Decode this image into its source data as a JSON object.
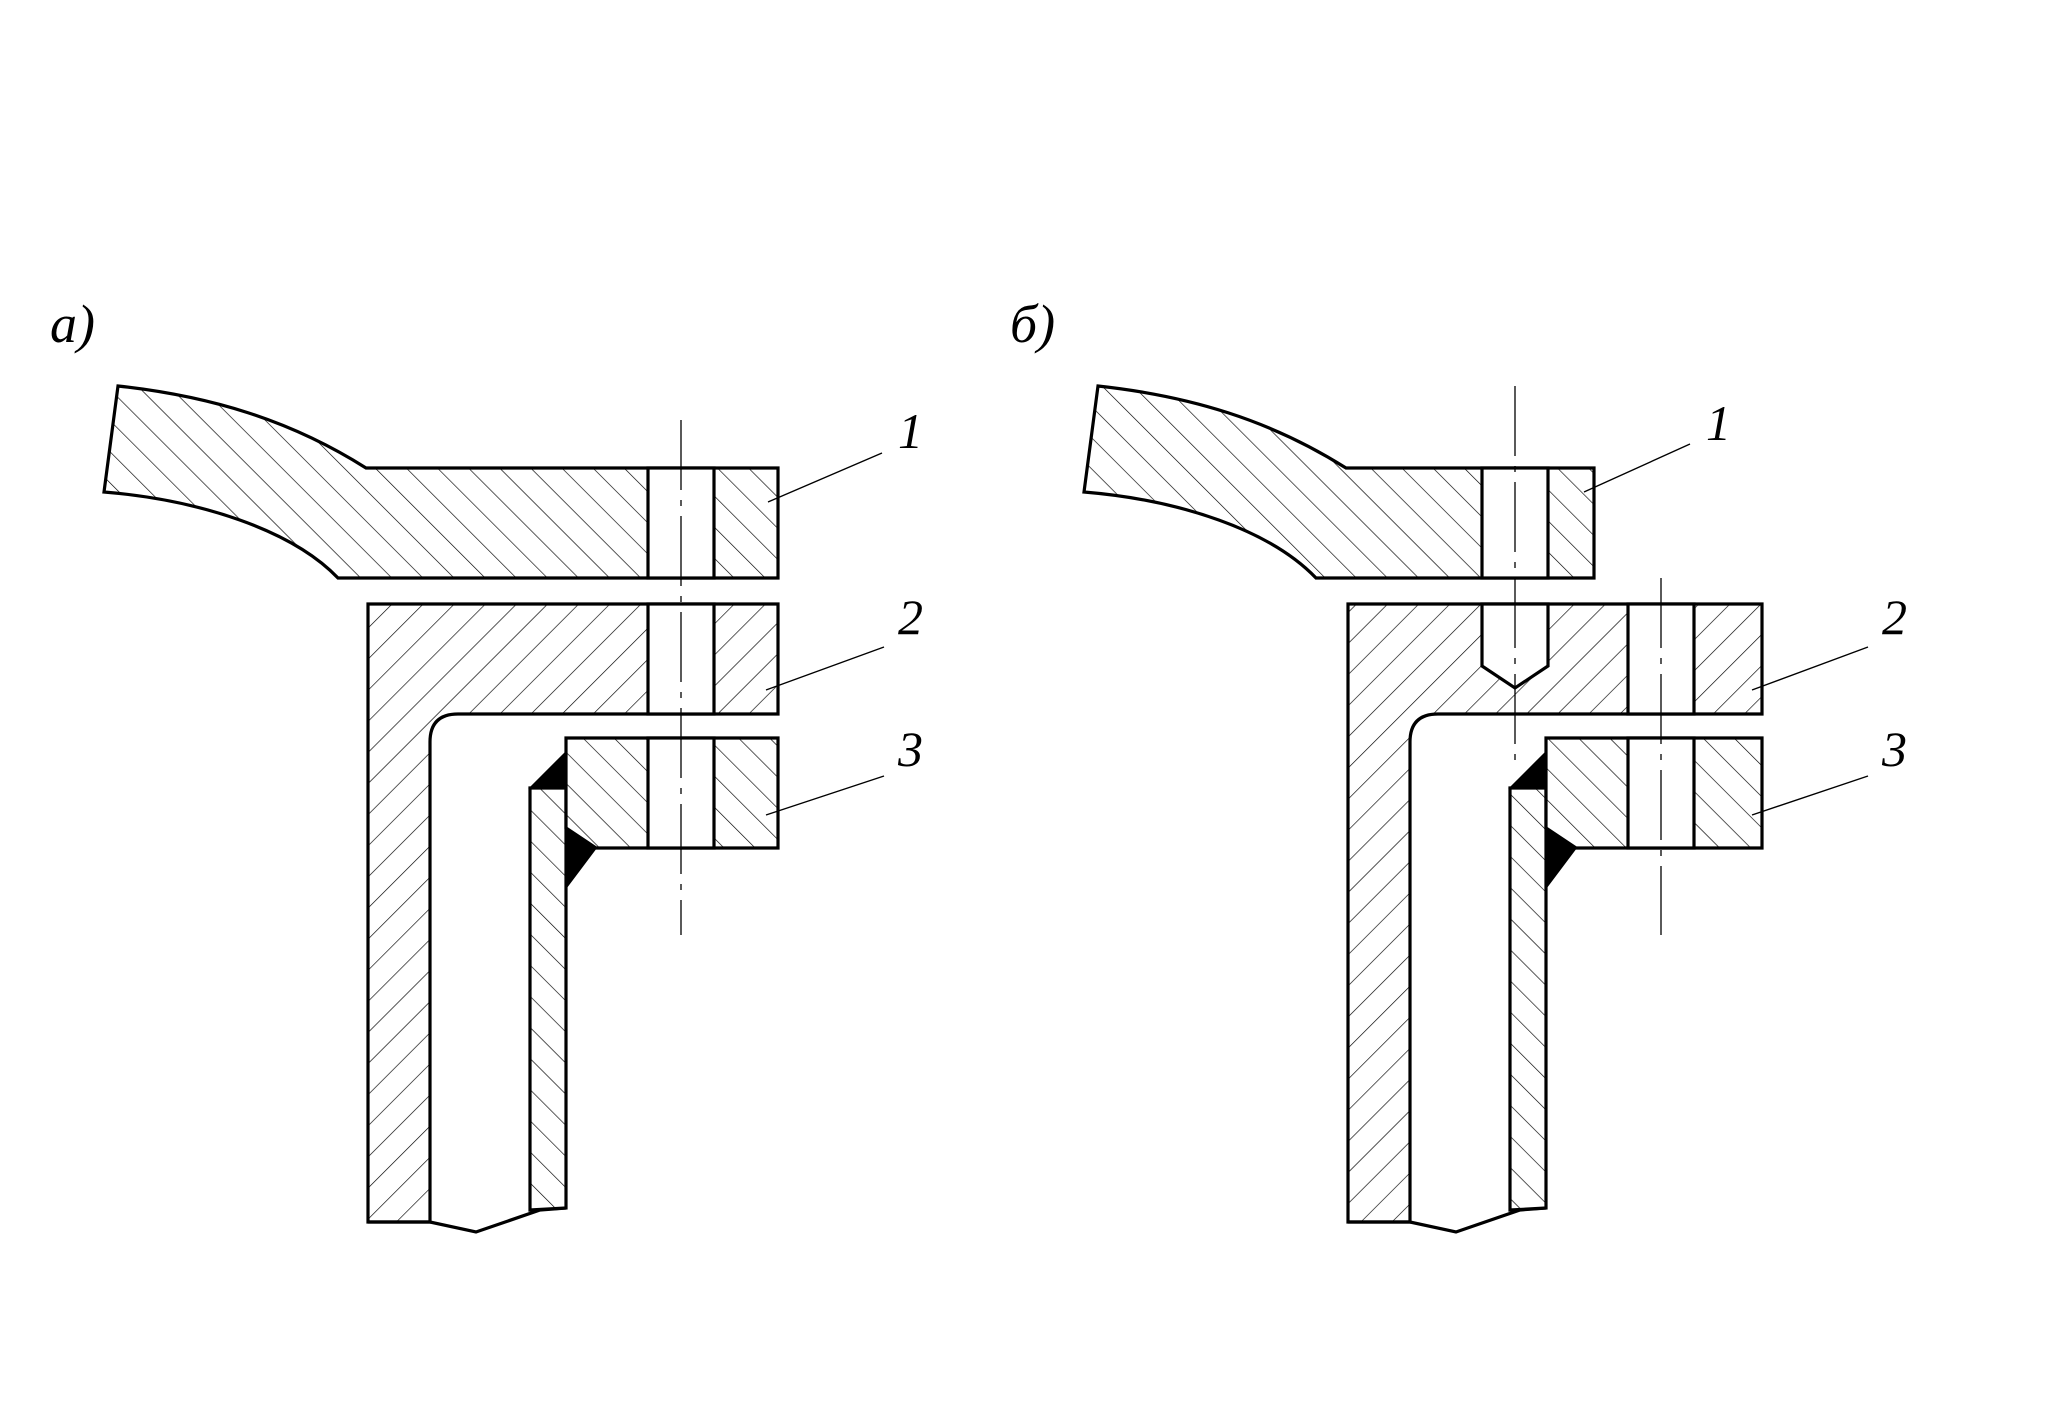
{
  "panels": [
    {
      "label": "а)",
      "callouts": [
        "1",
        "2",
        "3"
      ]
    },
    {
      "label": "б)",
      "callouts": [
        "1",
        "2",
        "3"
      ]
    }
  ]
}
